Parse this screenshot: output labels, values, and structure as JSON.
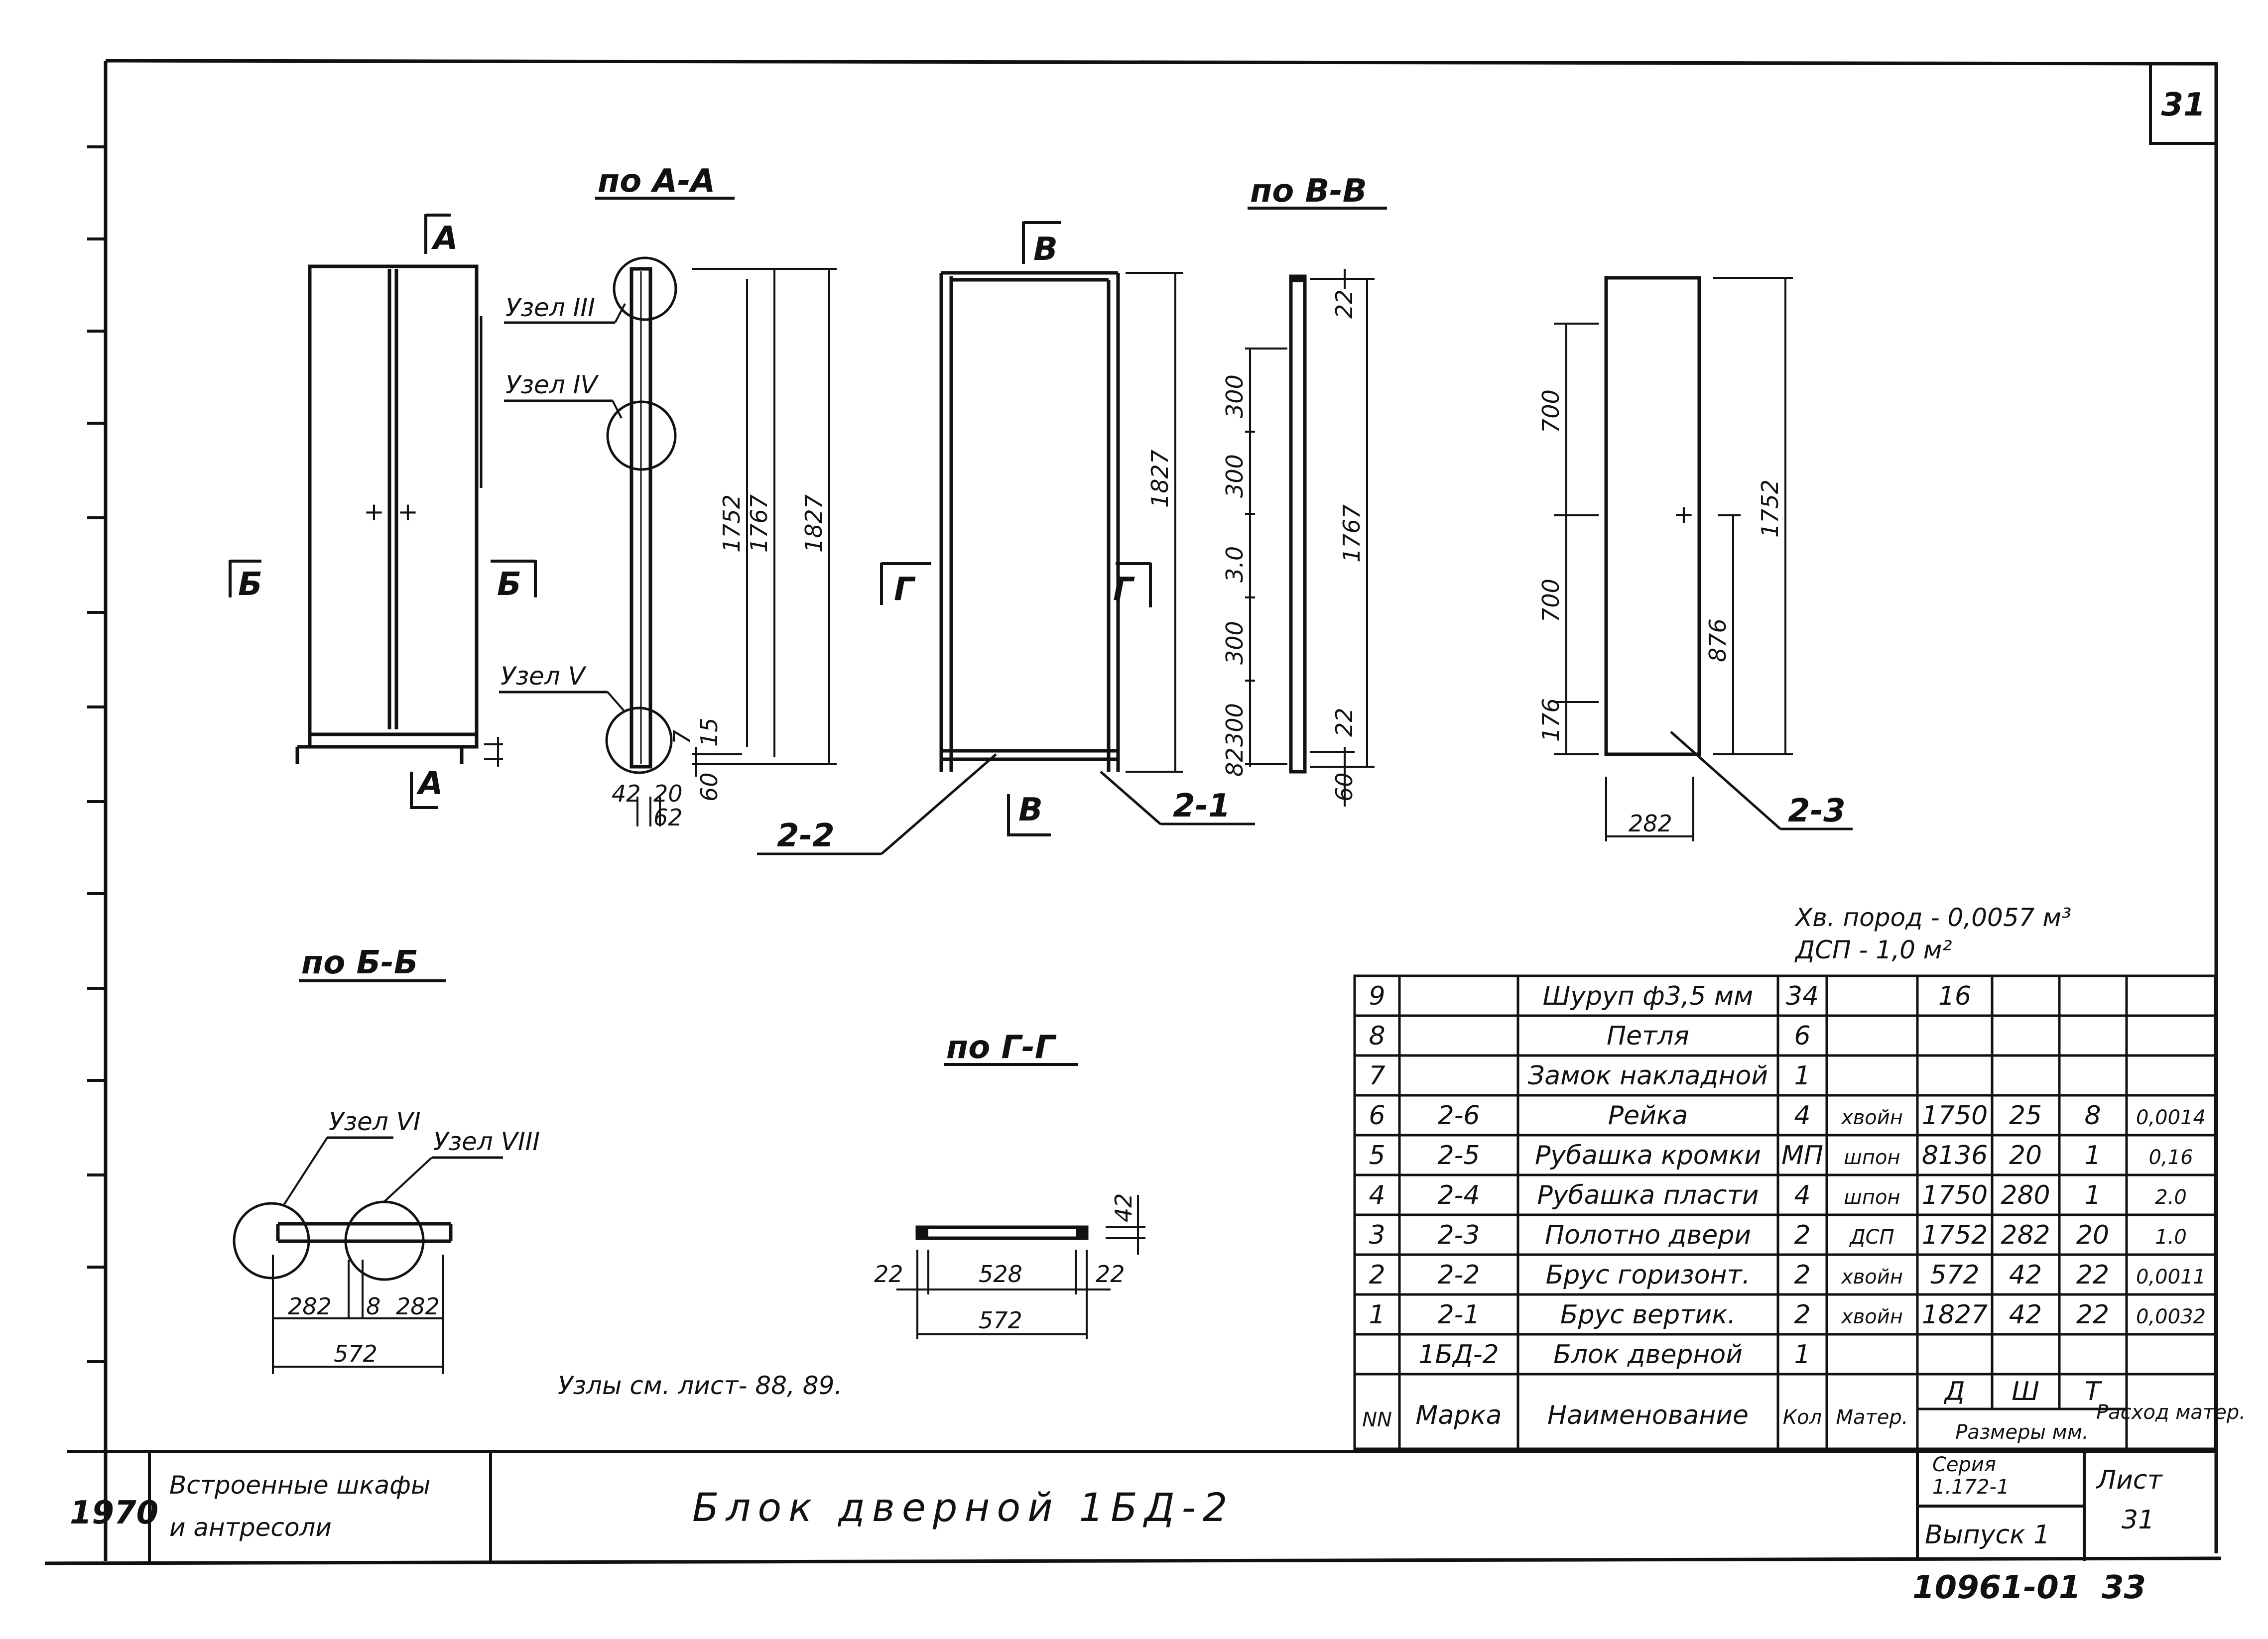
{
  "sheet_number": "31",
  "views": {
    "section_a": "по А-А",
    "section_v": "по В-В",
    "section_b": "по Б-Б",
    "section_g": "по Г-Г"
  },
  "cut_marks": {
    "a": "А",
    "b": "Б",
    "v": "В",
    "g": "Г"
  },
  "nodes": {
    "n3": "Узел III",
    "n4": "Узел IV",
    "n5": "Узел V",
    "n6": "Узел VI",
    "n7": "Узел VIII"
  },
  "dimensions": {
    "d1752": "1752",
    "d1767": "1767",
    "d1827": "1827",
    "d42": "42",
    "d20": "20",
    "d62": "62",
    "d60": "60",
    "d7": "7",
    "d15": "15",
    "d22": "22",
    "d300": "300",
    "d300b": "3.0",
    "d82": "82",
    "d700": "700",
    "d176": "176",
    "d876": "876",
    "d282": "282",
    "d528": "528",
    "d572": "572",
    "d8": "8"
  },
  "part_marks": {
    "p21": "2-1",
    "p22": "2-2",
    "p23": "2-3"
  },
  "materials_note": {
    "line1": "Хв. пород - 0,0057 м³",
    "line2": "ДСП - 1,0 м²"
  },
  "nodes_reference": "Узлы см. лист- 88, 89.",
  "spec_table": {
    "rows": [
      {
        "nn": "9",
        "mark": "",
        "name": "Шуруп ф3,5 мм",
        "qty": "34",
        "mat": "",
        "len": "16",
        "wid": "",
        "thk": "",
        "cons": ""
      },
      {
        "nn": "8",
        "mark": "",
        "name": "Петля",
        "qty": "6",
        "mat": "",
        "len": "",
        "wid": "",
        "thk": "",
        "cons": ""
      },
      {
        "nn": "7",
        "mark": "",
        "name": "Замок накладной",
        "qty": "1",
        "mat": "",
        "len": "",
        "wid": "",
        "thk": "",
        "cons": ""
      },
      {
        "nn": "6",
        "mark": "2-6",
        "name": "Рейка",
        "qty": "4",
        "mat": "хвойн",
        "len": "1750",
        "wid": "25",
        "thk": "8",
        "cons": "0,0014"
      },
      {
        "nn": "5",
        "mark": "2-5",
        "name": "Рубашка кромки",
        "qty": "МП",
        "mat": "шпон",
        "len": "8136",
        "wid": "20",
        "thk": "1",
        "cons": "0,16"
      },
      {
        "nn": "4",
        "mark": "2-4",
        "name": "Рубашка пласти",
        "qty": "4",
        "mat": "шпон",
        "len": "1750",
        "wid": "280",
        "thk": "1",
        "cons": "2.0"
      },
      {
        "nn": "3",
        "mark": "2-3",
        "name": "Полотно двери",
        "qty": "2",
        "mat": "ДСП",
        "len": "1752",
        "wid": "282",
        "thk": "20",
        "cons": "1.0"
      },
      {
        "nn": "2",
        "mark": "2-2",
        "name": "Брус горизонт.",
        "qty": "2",
        "mat": "хвойн",
        "len": "572",
        "wid": "42",
        "thk": "22",
        "cons": "0,0011"
      },
      {
        "nn": "1",
        "mark": "2-1",
        "name": "Брус вертик.",
        "qty": "2",
        "mat": "хвойн",
        "len": "1827",
        "wid": "42",
        "thk": "22",
        "cons": "0,0032"
      },
      {
        "nn": "",
        "mark": "1БД-2",
        "name": "Блок дверной",
        "qty": "1",
        "mat": "",
        "len": "",
        "wid": "",
        "thk": "",
        "cons": ""
      }
    ],
    "header": {
      "nn": "NN",
      "mark": "Марка",
      "name": "Наименование",
      "qty": "Кол",
      "mat": "Матер.",
      "len": "Д",
      "wid": "Ш",
      "thk": "Т",
      "sizes": "Размеры мм.",
      "cons": "Расход матер."
    }
  },
  "title_block": {
    "year": "1970",
    "project_line1": "Встроенные шкафы",
    "project_line2": "и антресоли",
    "title": "Блок дверной 1БД-2",
    "series_label": "Серия",
    "series_value": "1.172-1",
    "issue": "Выпуск 1",
    "sheet_label": "Лист",
    "sheet_value": "31",
    "doc_number": "10961-01",
    "page": "33"
  }
}
